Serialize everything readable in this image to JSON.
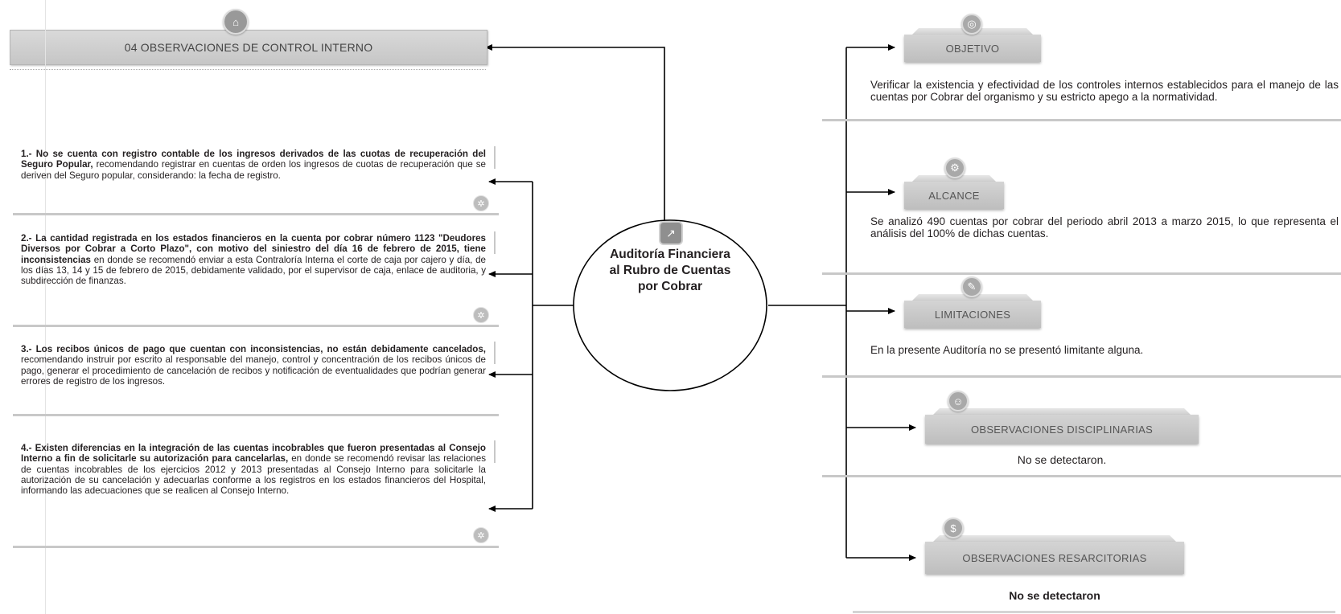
{
  "header": {
    "title": "04 OBSERVACIONES DE CONTROL INTERNO"
  },
  "center": {
    "title": "Auditoría Financiera al Rubro de Cuentas por Cobrar"
  },
  "observations": [
    {
      "bold": "1.- No se cuenta con registro contable de los ingresos derivados de las cuotas de recuperación del Seguro Popular,",
      "text": " recomendando registrar en cuentas de orden los ingresos de cuotas de recuperación que se deriven del Seguro popular, considerando: la fecha de registro."
    },
    {
      "bold": "2.- La cantidad registrada en los estados financieros en la cuenta por cobrar número 1123 \"Deudores Diversos por Cobrar a Corto Plazo\", con motivo del siniestro del día 16 de febrero de 2015, tiene inconsistencias",
      "text": " en donde se recomendó enviar a esta Contraloría Interna el corte de caja por cajero y día, de los días 13, 14 y 15 de febrero de 2015, debidamente validado, por el supervisor de caja, enlace de auditoria, y subdirección de finanzas."
    },
    {
      "bold": "3.- Los recibos únicos de pago que cuentan con inconsistencias, no están debidamente cancelados,",
      "text": " recomendando instruir por escrito al responsable del manejo, control y concentración de los recibos únicos de pago, generar el procedimiento de cancelación de recibos y notificación de eventualidades que podrían generar errores de registro de los ingresos."
    },
    {
      "bold": "4.- Existen diferencias en la integración de las cuentas incobrables que fueron presentadas al Consejo Interno a fin de solicitarle su autorización para cancelarlas,",
      "text": " en donde se recomendó revisar las relaciones de cuentas incobrables de los ejercicios 2012 y 2013 presentadas al Consejo Interno para solicitarle la autorización de su cancelación y adecuarlas conforme a los registros en los estados financieros del Hospital, informando las adecuaciones que se realicen al Consejo Interno."
    }
  ],
  "right": {
    "objetivo": {
      "label": "OBJETIVO",
      "text": "Verificar la existencia y efectividad de los controles internos establecidos para el manejo de las cuentas por Cobrar del organismo y su estricto apego a la normatividad."
    },
    "alcance": {
      "label": "ALCANCE",
      "text": "Se analizó 490 cuentas por cobrar del periodo abril 2013 a marzo 2015, lo que representa el análisis del 100% de dichas cuentas."
    },
    "limitaciones": {
      "label": "LIMITACIONES",
      "text": "En la presente Auditoría no se presentó limitante alguna."
    },
    "disciplinarias": {
      "label": "OBSERVACIONES DISCIPLINARIAS",
      "text": "No se detectaron."
    },
    "resarcitorias": {
      "label": "OBSERVACIONES RESARCITORIAS",
      "text": "No se detectaron"
    }
  },
  "icons": {
    "header": "institution-icon",
    "center": "chart-icon",
    "objetivo": "target-icon",
    "alcance": "gears-icon",
    "limitaciones": "pen-icon",
    "disciplinarias": "people-icon",
    "resarcitorias": "money-icon",
    "bullet": "seal-icon"
  },
  "colors": {
    "bar": "#c6c6c6",
    "line": "#000000",
    "text": "#231f20"
  }
}
